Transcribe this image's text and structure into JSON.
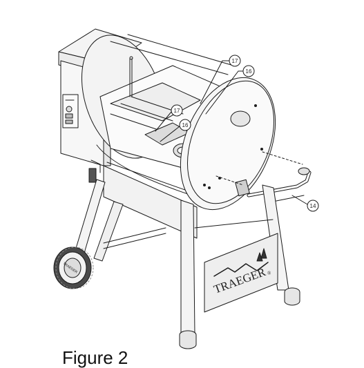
{
  "figure": {
    "caption": "Figure 2",
    "brand_text": "TRAEGER",
    "brand_mark": "®",
    "callouts": [
      {
        "id": "17-top",
        "label": "17"
      },
      {
        "id": "16-top",
        "label": "16"
      },
      {
        "id": "17-mid",
        "label": "17"
      },
      {
        "id": "16-mid",
        "label": "16"
      },
      {
        "id": "14",
        "label": "14"
      }
    ],
    "colors": {
      "line": "#1a1a1a",
      "body_fill": "#f7f7f7",
      "shade": "#e4e4e4",
      "dark": "#3a3a3a"
    }
  }
}
